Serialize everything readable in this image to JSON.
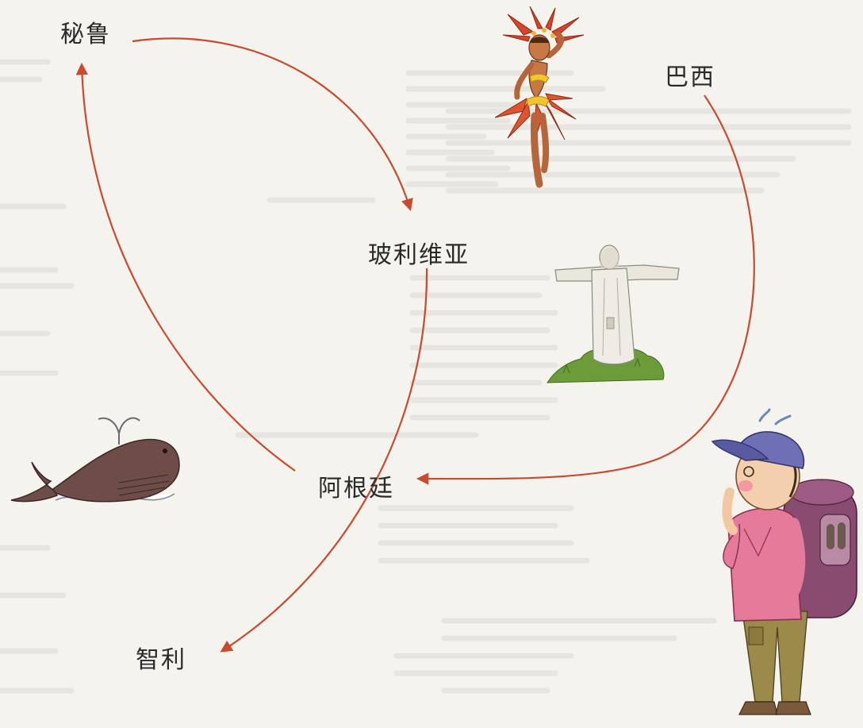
{
  "places": {
    "peru": "秘鲁",
    "brazil": "巴西",
    "bolivia": "玻利维亚",
    "argentina": "阿根廷",
    "chile": "智利"
  },
  "colors": {
    "route_line": "#c94a2e",
    "text": "#2a2a2a",
    "background": "#f4f3ee",
    "faint_print": "#d8d6cf"
  },
  "icons": [
    "carnival-dancer-icon",
    "christ-the-redeemer-statue-icon",
    "whale-icon",
    "backpacker-tourist-icon"
  ]
}
